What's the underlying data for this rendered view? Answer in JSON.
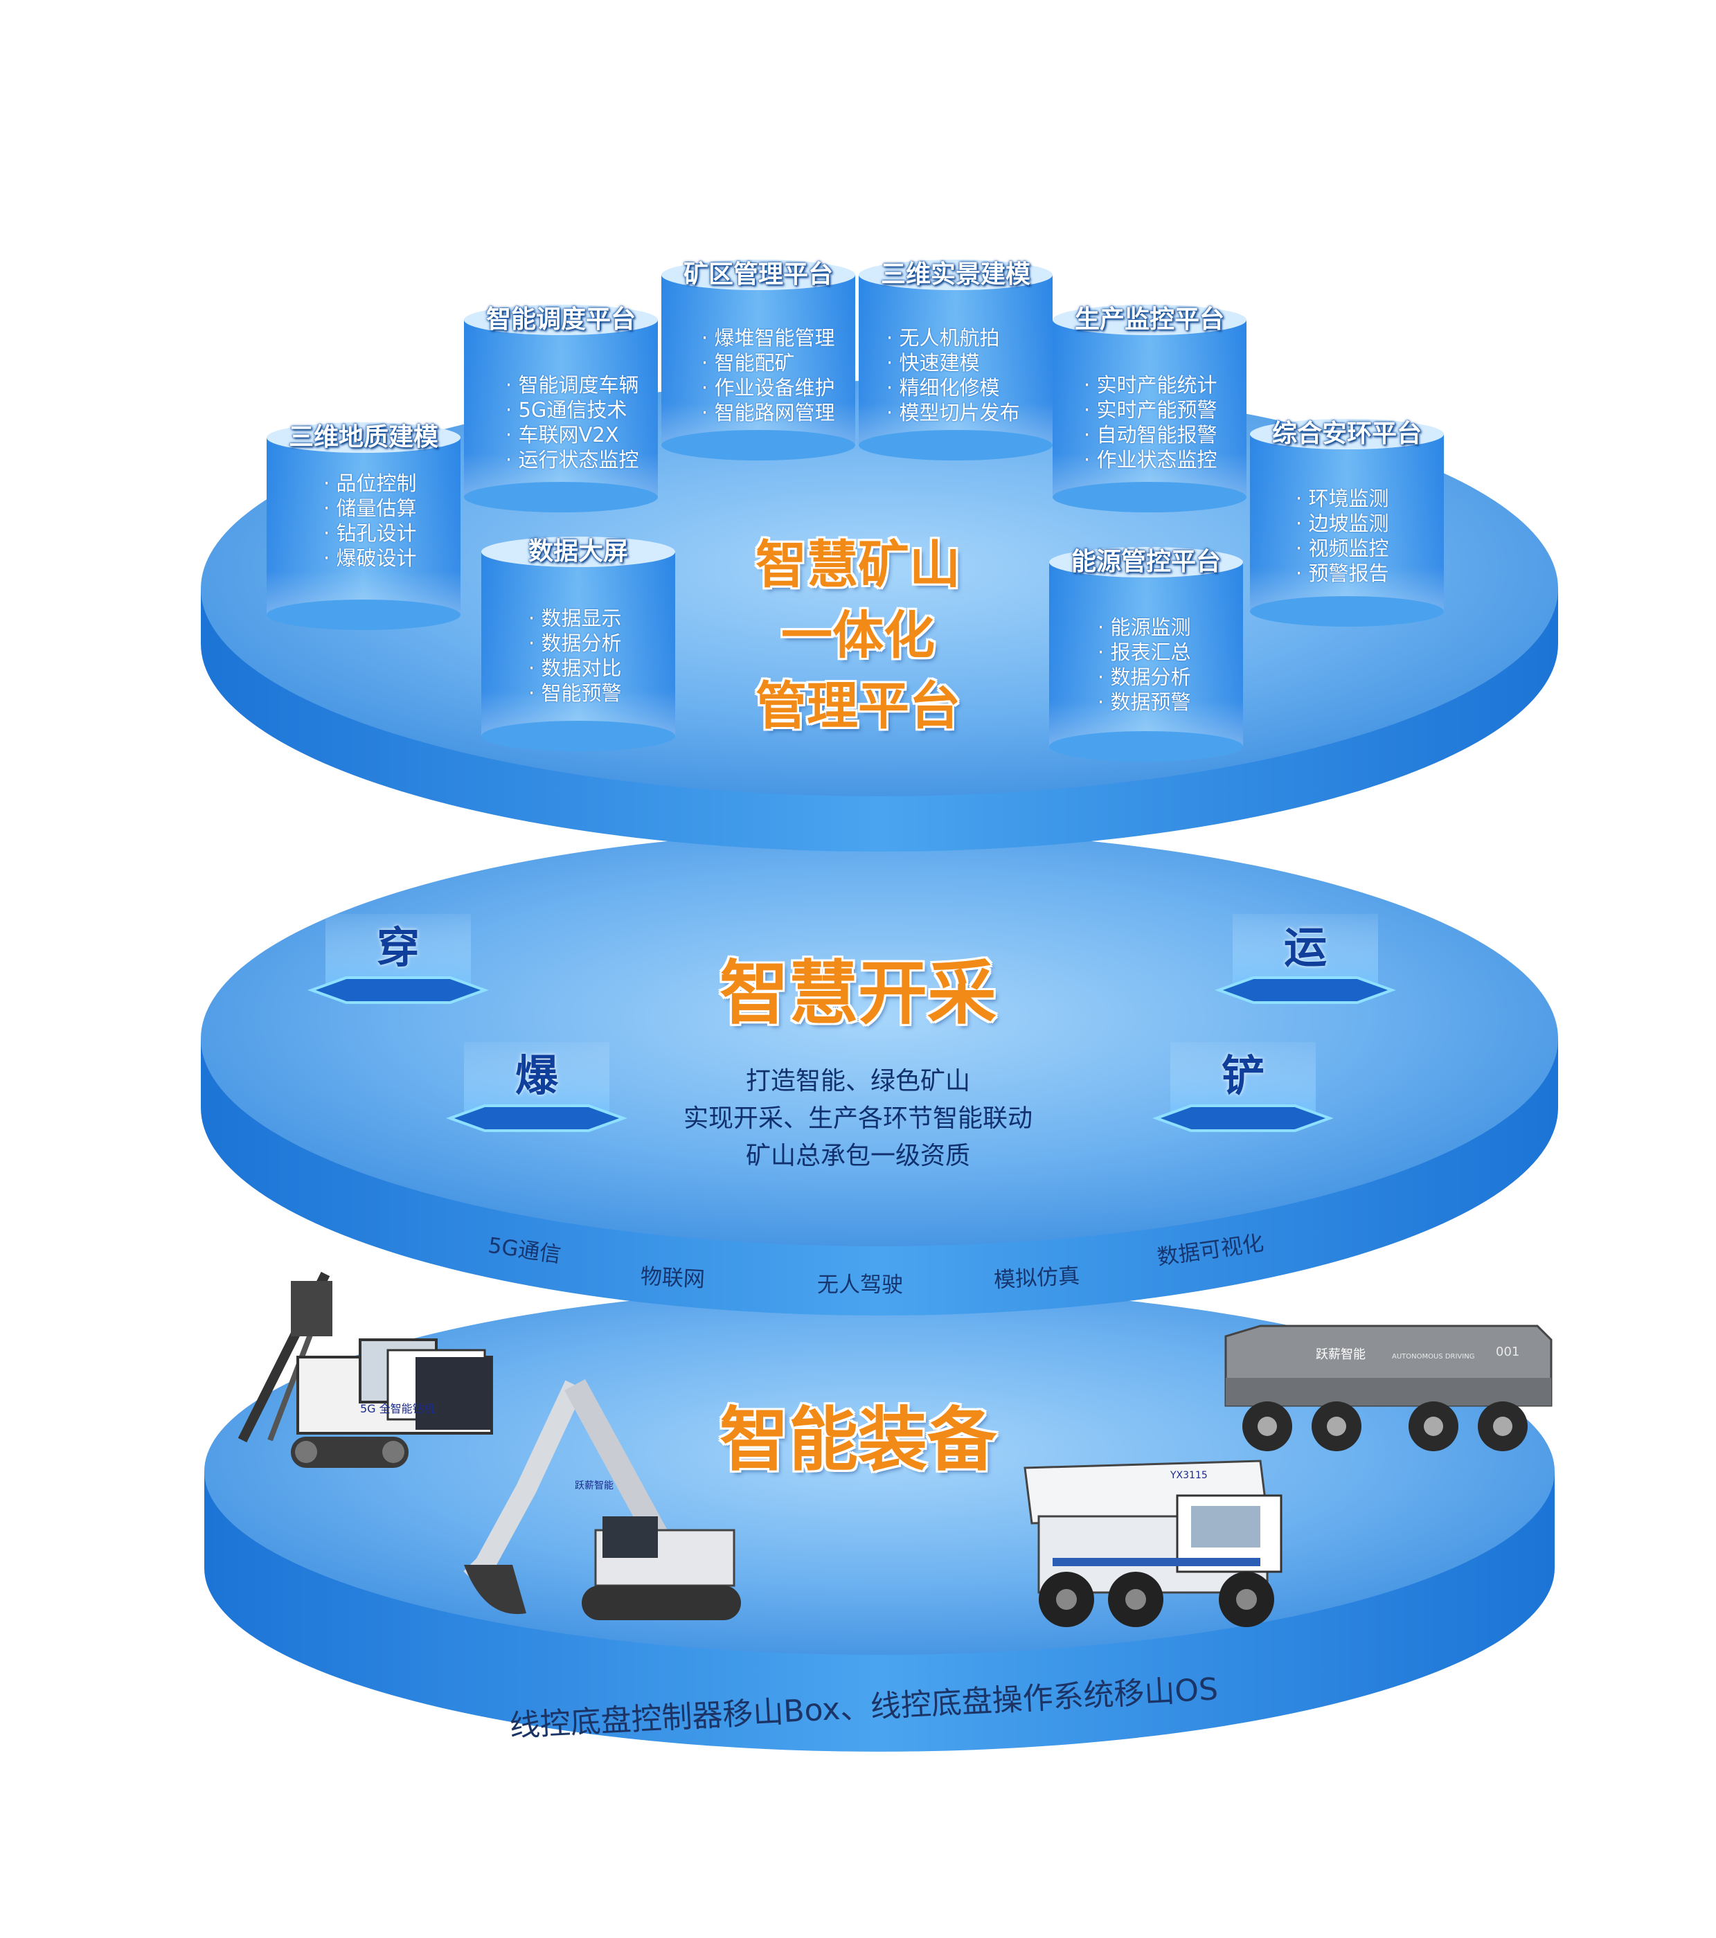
{
  "top_layer": {
    "title_lines": [
      "智慧矿山",
      "一体化",
      "管理平台"
    ],
    "modules": [
      {
        "title": "三维地质建模",
        "items": [
          "品位控制",
          "储量估算",
          "钻孔设计",
          "爆破设计"
        ]
      },
      {
        "title": "智能调度平台",
        "items": [
          "智能调度车辆",
          "5G通信技术",
          "车联网V2X",
          "运行状态监控"
        ]
      },
      {
        "title": "矿区管理平台",
        "items": [
          "爆堆智能管理",
          "智能配矿",
          "作业设备维护",
          "智能路网管理"
        ]
      },
      {
        "title": "三维实景建模",
        "items": [
          "无人机航拍",
          "快速建模",
          "精细化修模",
          "模型切片发布"
        ]
      },
      {
        "title": "生产监控平台",
        "items": [
          "实时产能统计",
          "实时产能预警",
          "自动智能报警",
          "作业状态监控"
        ]
      },
      {
        "title": "综合安环平台",
        "items": [
          "环境监测",
          "边坡监测",
          "视频监控",
          "预警报告"
        ]
      },
      {
        "title": "数据大屏",
        "items": [
          "数据显示",
          "数据分析",
          "数据对比",
          "智能预警"
        ]
      },
      {
        "title": "能源管控平台",
        "items": [
          "能源监测",
          "报表汇总",
          "数据分析",
          "数据预警"
        ]
      }
    ]
  },
  "middle_layer": {
    "title": "智慧开采",
    "stages": [
      "穿",
      "运",
      "爆",
      "铲"
    ],
    "description": [
      "打造智能、绿色矿山",
      "实现开采、生产各环节智能联动",
      "矿山总承包一级资质"
    ],
    "technologies": [
      "5G通信",
      "物联网",
      "无人驾驶",
      "模拟仿真",
      "数据可视化"
    ]
  },
  "bottom_layer": {
    "title": "智能装备",
    "caption": "线控底盘控制器移山Box、线控底盘操作系统移山OS",
    "equipment": [
      {
        "type": "drill-rig",
        "label": "5G 全智能钻机"
      },
      {
        "type": "excavator",
        "label": "跃薪智能"
      },
      {
        "type": "mining-truck",
        "label": "YX3115"
      },
      {
        "type": "autonomous-vehicle",
        "label": "跃薪智能",
        "sub_label": "AUTONOMOUS DRIVING",
        "number": "001"
      }
    ]
  },
  "colors": {
    "platform_blue": "#3d8fe3",
    "platform_light": "#8cc8f6",
    "title_orange": "#f28a17",
    "cylinder_blue": "#2a86e6"
  }
}
